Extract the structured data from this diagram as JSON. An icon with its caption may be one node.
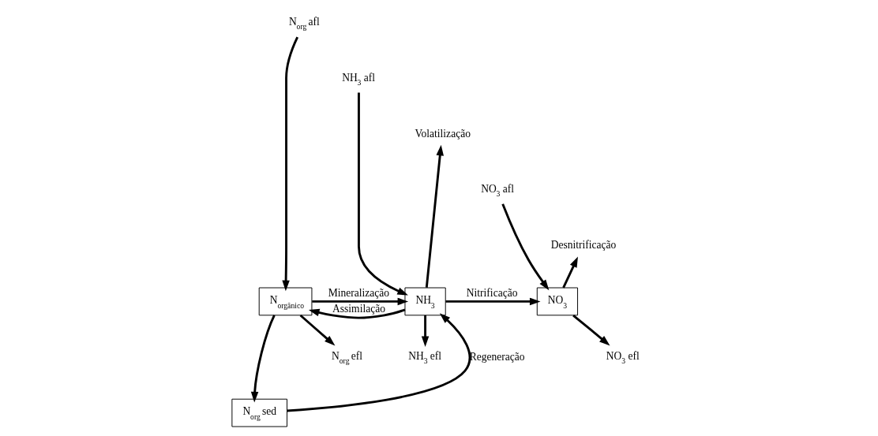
{
  "diagram": {
    "nodes": [
      {
        "text": [
          "N$_{orgânico}$"
        ]
      },
      {
        "text": [
          "NH$_{3}$"
        ]
      },
      {
        "text": [
          "NO$_{3}$"
        ]
      },
      {
        "text": [
          "N$_{org}$ sed"
        ]
      },
      {
        "text": [
          "N$_{org}$ afl"
        ]
      },
      {
        "text": [
          "Volatilização"
        ]
      },
      {
        "text": [
          "NH$_{3}$ afl"
        ]
      },
      {
        "text": [
          "Desnitrificação"
        ]
      },
      {
        "text": [
          "NO$_{3}$ afl"
        ]
      },
      {
        "text": [
          "N$_{org}$ efl"
        ]
      },
      {
        "text": [
          "NH$_{3}$ efl"
        ]
      },
      {
        "text": [
          "NO$_{3}$ efl"
        ]
      }
    ],
    "edges": [
      {
        "from": 4,
        "to": 0,
        "arrow": "to"
      },
      {
        "from": 0,
        "to": 1,
        "arrow": "to",
        "label": "Mineralização"
      },
      {
        "from": 1,
        "to": 0,
        "arrow": "to",
        "label": "Assimilação"
      },
      {
        "from": 1,
        "to": 2,
        "arrow": "to",
        "label": "Nitrificação"
      },
      {
        "from": 6,
        "to": 1,
        "arrow": "to"
      },
      {
        "from": 1,
        "to": 5,
        "arrow": "to"
      },
      {
        "from": 8,
        "to": 2,
        "arrow": "to"
      },
      {
        "from": 2,
        "to": 7,
        "arrow": "to"
      },
      {
        "from": 0,
        "to": 9,
        "arrow": "to"
      },
      {
        "from": 1,
        "to": 10,
        "arrow": "to"
      },
      {
        "from": 2,
        "to": 11,
        "arrow": "to"
      },
      {
        "from": 0,
        "to": 3,
        "arrow": "to"
      },
      {
        "from": 3,
        "to": 1,
        "arrow": "to",
        "label": "Regeneração"
      }
    ]
  }
}
